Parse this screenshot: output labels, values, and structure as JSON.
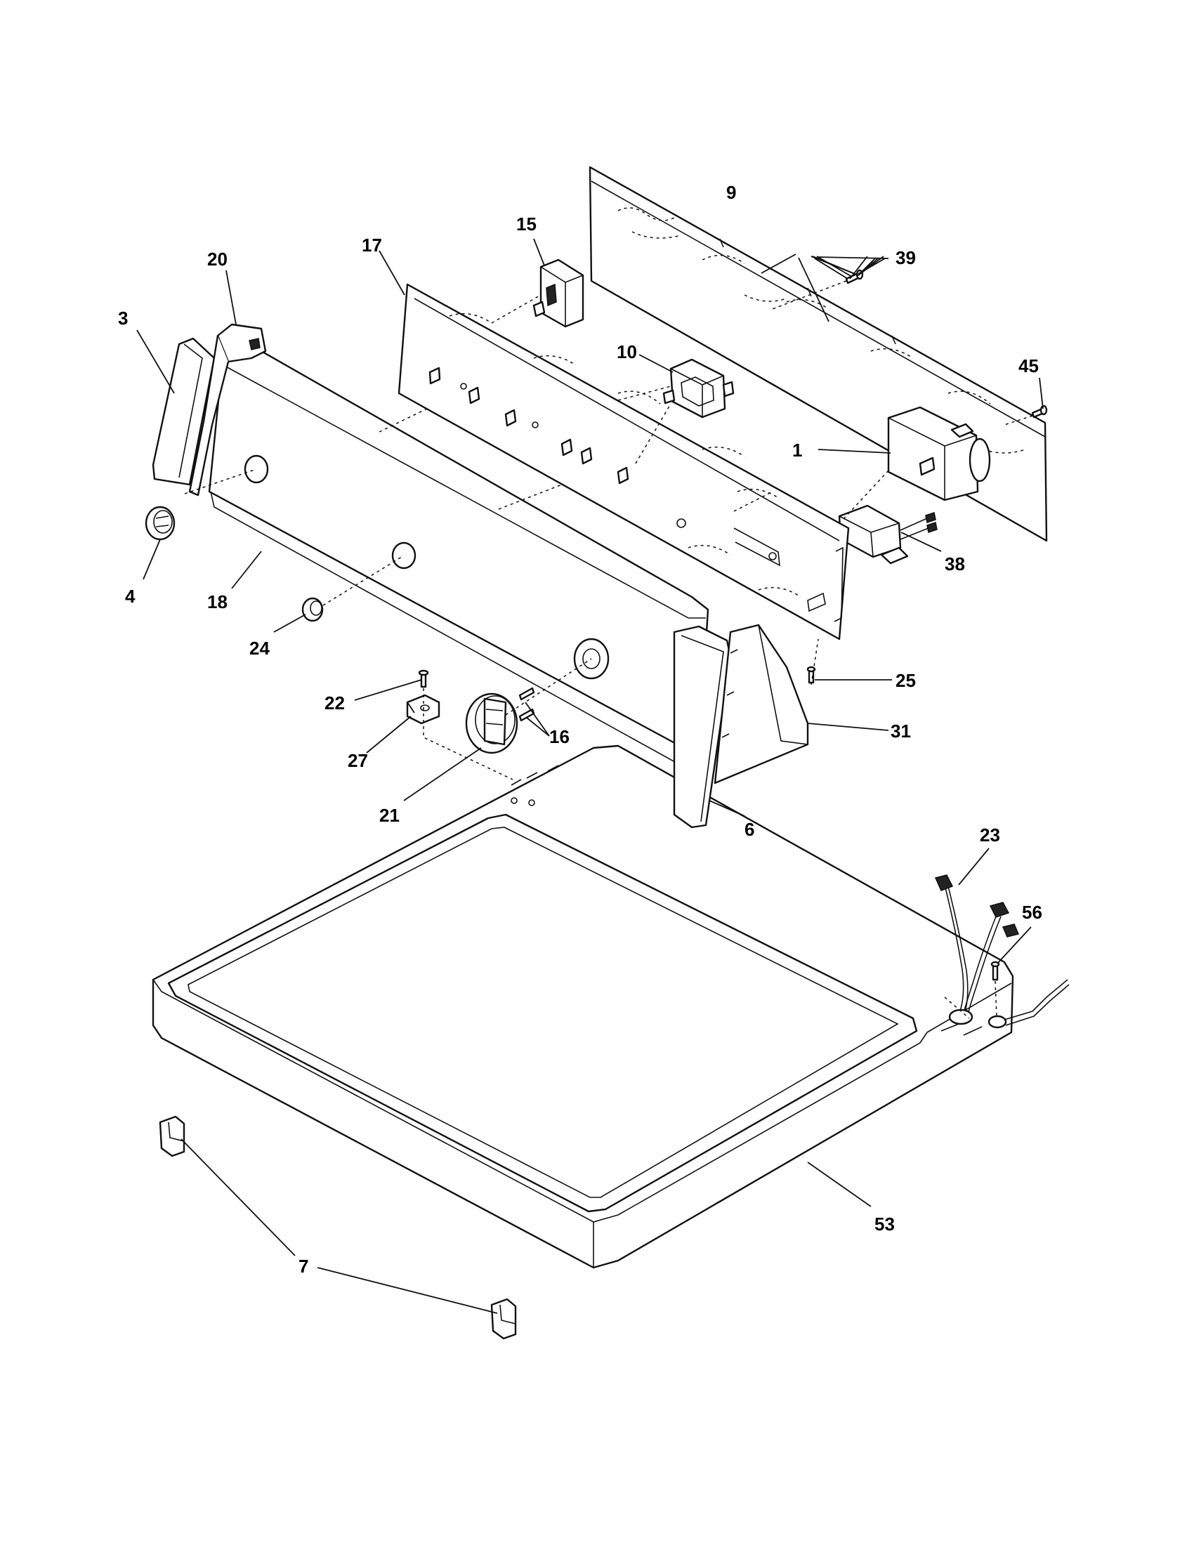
{
  "callouts": [
    {
      "id": "1",
      "label": "1"
    },
    {
      "id": "3",
      "label": "3"
    },
    {
      "id": "4",
      "label": "4"
    },
    {
      "id": "6",
      "label": "6"
    },
    {
      "id": "7",
      "label": "7"
    },
    {
      "id": "9",
      "label": "9"
    },
    {
      "id": "10",
      "label": "10"
    },
    {
      "id": "15",
      "label": "15"
    },
    {
      "id": "16",
      "label": "16"
    },
    {
      "id": "17",
      "label": "17"
    },
    {
      "id": "18",
      "label": "18"
    },
    {
      "id": "20",
      "label": "20"
    },
    {
      "id": "21",
      "label": "21"
    },
    {
      "id": "22",
      "label": "22"
    },
    {
      "id": "23",
      "label": "23"
    },
    {
      "id": "24",
      "label": "24"
    },
    {
      "id": "25",
      "label": "25"
    },
    {
      "id": "27",
      "label": "27"
    },
    {
      "id": "31",
      "label": "31"
    },
    {
      "id": "38",
      "label": "38"
    },
    {
      "id": "39",
      "label": "39"
    },
    {
      "id": "45",
      "label": "45"
    },
    {
      "id": "53",
      "label": "53"
    },
    {
      "id": "56",
      "label": "56"
    }
  ]
}
